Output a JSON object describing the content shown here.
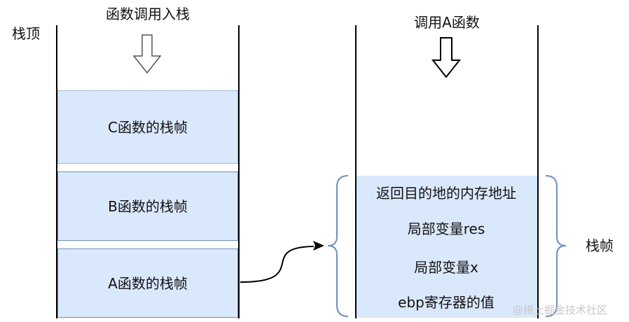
{
  "left_stack": {
    "title": "函数调用入栈",
    "top_label": "栈顶",
    "frames": [
      "C函数的栈帧",
      "B函数的栈帧",
      "A函数的栈帧"
    ]
  },
  "right_stack": {
    "title": "调用A函数",
    "frame_items": [
      "返回目的地的内存地址",
      "局部变量res",
      "局部变量x",
      "ebp寄存器的值"
    ],
    "brace_label": "栈帧"
  },
  "watermark": "@稀土掘金技术社区",
  "colors": {
    "frame_fill": "#dae8fc",
    "frame_border": "#6c8ebf",
    "line": "#000000",
    "brace": "#6c8ebf"
  }
}
